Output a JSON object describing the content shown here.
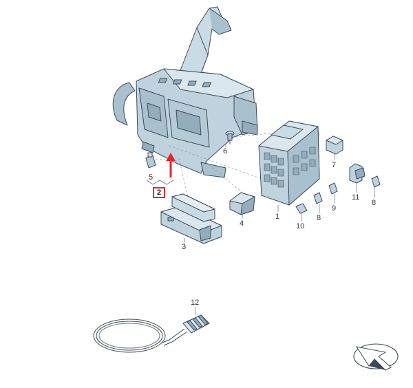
{
  "diagram": {
    "callouts": {
      "p1": "1",
      "p2": "2",
      "p3": "3",
      "p4": "4",
      "p5": "5",
      "p6": "6",
      "p7": "7",
      "p8a": "8",
      "p8b": "8",
      "p9": "9",
      "p10": "10",
      "p11": "11",
      "p12": "12"
    },
    "colors": {
      "part_fill": "#bfd3df",
      "part_light": "#dbe7ee",
      "part_dark": "#93adbd",
      "outline": "#3d4a55",
      "highlight": "#e3262b"
    },
    "icons": {
      "orientation": "orientation-arrow-icon",
      "pointer": "red-arrow-icon"
    }
  }
}
